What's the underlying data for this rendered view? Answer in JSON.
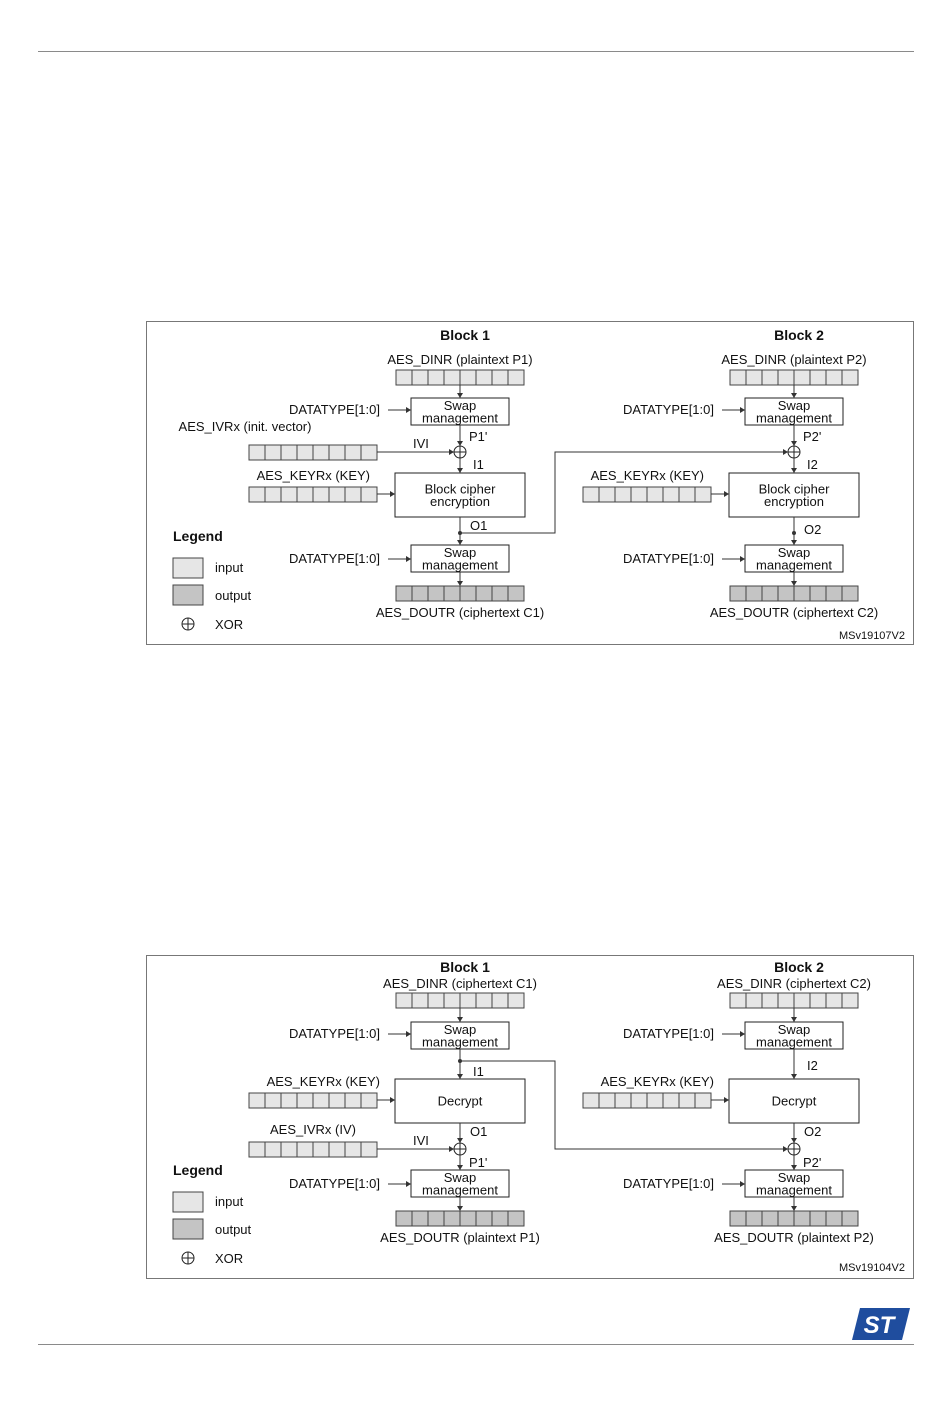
{
  "colors": {
    "input": "#e6e6e6",
    "output": "#c4c4c4",
    "line": "#333333",
    "logo": "#1f4d9e"
  },
  "logo_text": "ST",
  "figures": [
    {
      "mode": "encryption",
      "figure_code": "MSv19107V2",
      "legend": {
        "title": "Legend",
        "input": "input",
        "output": "output",
        "xor": "XOR"
      },
      "block1": {
        "title": "Block 1",
        "din": "AES_DINR (plaintext P1)",
        "datatype_in": "DATATYPE[1:0]",
        "swap_in": [
          "Swap",
          "management"
        ],
        "iv_label": "AES_IVRx (init. vector)",
        "ivi": "IVI",
        "p_prime": "P1'",
        "i_label": "I1",
        "key_label": "AES_KEYRx (KEY)",
        "cipher": [
          "Block cipher",
          "encryption"
        ],
        "o_label": "O1",
        "datatype_out": "DATATYPE[1:0]",
        "swap_out": [
          "Swap",
          "management"
        ],
        "dout": "AES_DOUTR (ciphertext C1)"
      },
      "block2": {
        "title": "Block 2",
        "din": "AES_DINR (plaintext P2)",
        "datatype_in": "DATATYPE[1:0]",
        "swap_in": [
          "Swap",
          "management"
        ],
        "p_prime": "P2'",
        "i_label": "I2",
        "key_label": "AES_KEYRx (KEY)",
        "cipher": [
          "Block cipher",
          "encryption"
        ],
        "o_label": "O2",
        "datatype_out": "DATATYPE[1:0]",
        "swap_out": [
          "Swap",
          "management"
        ],
        "dout": "AES_DOUTR (ciphertext C2)"
      }
    },
    {
      "mode": "decryption",
      "figure_code": "MSv19104V2",
      "legend": {
        "title": "Legend",
        "input": "input",
        "output": "output",
        "xor": "XOR"
      },
      "block1": {
        "title": "Block 1",
        "din": "AES_DINR (ciphertext C1)",
        "datatype_in": "DATATYPE[1:0]",
        "swap_in": [
          "Swap",
          "management"
        ],
        "i_label": "I1",
        "key_label": "AES_KEYRx (KEY)",
        "cipher": [
          "Decrypt"
        ],
        "o_label": "O1",
        "iv_label": "AES_IVRx (IV)",
        "ivi": "IVI",
        "p_prime": "P1'",
        "datatype_out": "DATATYPE[1:0]",
        "swap_out": [
          "Swap",
          "management"
        ],
        "dout": "AES_DOUTR (plaintext P1)"
      },
      "block2": {
        "title": "Block 2",
        "din": "AES_DINR (ciphertext C2)",
        "datatype_in": "DATATYPE[1:0]",
        "swap_in": [
          "Swap",
          "management"
        ],
        "i_label": "I2",
        "key_label": "AES_KEYRx (KEY)",
        "cipher": [
          "Decrypt"
        ],
        "o_label": "O2",
        "p_prime": "P2'",
        "datatype_out": "DATATYPE[1:0]",
        "swap_out": [
          "Swap",
          "management"
        ],
        "dout": "AES_DOUTR (plaintext P2)"
      }
    }
  ]
}
